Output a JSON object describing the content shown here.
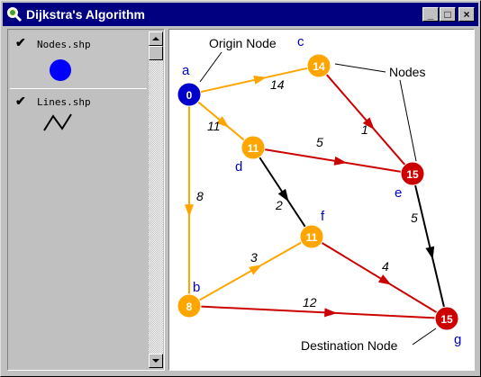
{
  "window": {
    "title": "Dijkstra's Algorithm",
    "minimize_label": "_",
    "maximize_label": "□",
    "close_label": "×"
  },
  "toc": {
    "layers": [
      {
        "name": "Nodes.shp",
        "visible": true,
        "symbol": "blue-circle",
        "color": "#0000ff"
      },
      {
        "name": "Lines.shp",
        "visible": true,
        "symbol": "line"
      }
    ]
  },
  "map": {
    "annotations": {
      "origin": "Origin Node",
      "nodes": "Nodes",
      "destination": "Destination Node"
    },
    "nodes": [
      {
        "id": "a",
        "label": "a",
        "value": "0",
        "color": "#0000cc"
      },
      {
        "id": "c",
        "label": "c",
        "value": "14",
        "color": "#ffa500"
      },
      {
        "id": "d",
        "label": "d",
        "value": "11",
        "color": "#ffa500"
      },
      {
        "id": "e",
        "label": "e",
        "value": "15",
        "color": "#cc0000"
      },
      {
        "id": "f",
        "label": "f",
        "value": "11",
        "color": "#ffa500"
      },
      {
        "id": "b",
        "label": "b",
        "value": "8",
        "color": "#ffa500"
      },
      {
        "id": "g",
        "label": "g",
        "value": "15",
        "color": "#cc0000"
      }
    ],
    "edges": [
      {
        "from": "a",
        "to": "c",
        "weight": "14",
        "color": "#ffa500"
      },
      {
        "from": "a",
        "to": "d",
        "weight": "11",
        "color": "#ffa500"
      },
      {
        "from": "a",
        "to": "b",
        "weight": "8",
        "color": "#ffa500"
      },
      {
        "from": "c",
        "to": "e",
        "weight": "1",
        "color": "#cc0000"
      },
      {
        "from": "d",
        "to": "e",
        "weight": "5",
        "color": "#cc0000"
      },
      {
        "from": "d",
        "to": "f",
        "weight": "2",
        "color": "#000000"
      },
      {
        "from": "b",
        "to": "f",
        "weight": "3",
        "color": "#ffa500"
      },
      {
        "from": "f",
        "to": "g",
        "weight": "4",
        "color": "#cc0000"
      },
      {
        "from": "b",
        "to": "g",
        "weight": "12",
        "color": "#cc0000"
      },
      {
        "from": "e",
        "to": "g",
        "weight": "5",
        "color": "#000000"
      }
    ],
    "label_color": "#0000cc"
  }
}
